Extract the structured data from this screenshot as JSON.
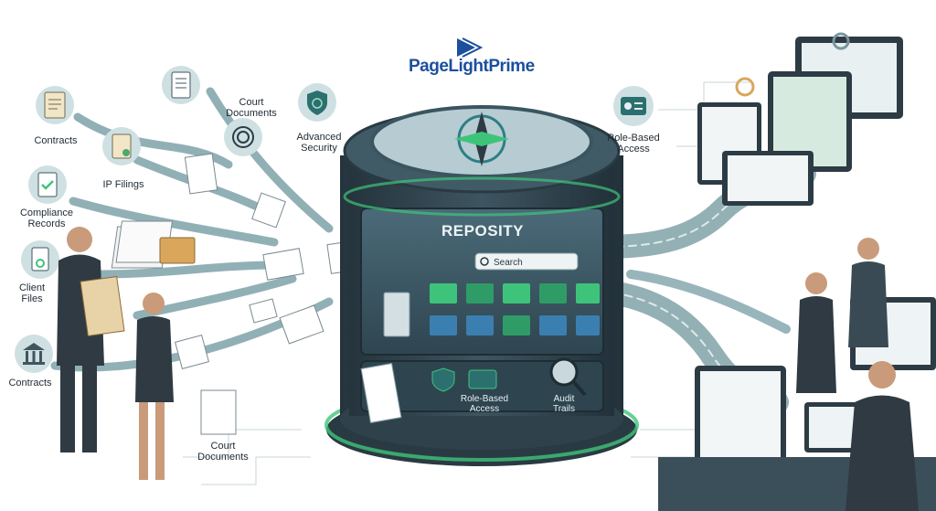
{
  "brand": {
    "name": "PageLightPrime"
  },
  "repository": {
    "title": "REPOSITY",
    "search_placeholder": "Search"
  },
  "inputs": [
    {
      "label": "Contracts"
    },
    {
      "label": "IP Filings"
    },
    {
      "label": "Compliance\nRecords"
    },
    {
      "label": "Client\nFiles"
    },
    {
      "label": "Contracts"
    },
    {
      "label": "Court\nDocuments"
    },
    {
      "label": "Court\nDocuments"
    }
  ],
  "features": {
    "advanced_security": "Advanced\nSecurity",
    "role_based_access_right": "Role-Based\nAccess",
    "role_based_access_inner": "Role-Based\nAccess",
    "audit_trails": "Audit\nTrails"
  },
  "colors": {
    "brand_blue": "#1c4f9c",
    "teal": "#2c7f86",
    "green_accent": "#3ec47a",
    "dark_slate": "#2d3b45"
  }
}
